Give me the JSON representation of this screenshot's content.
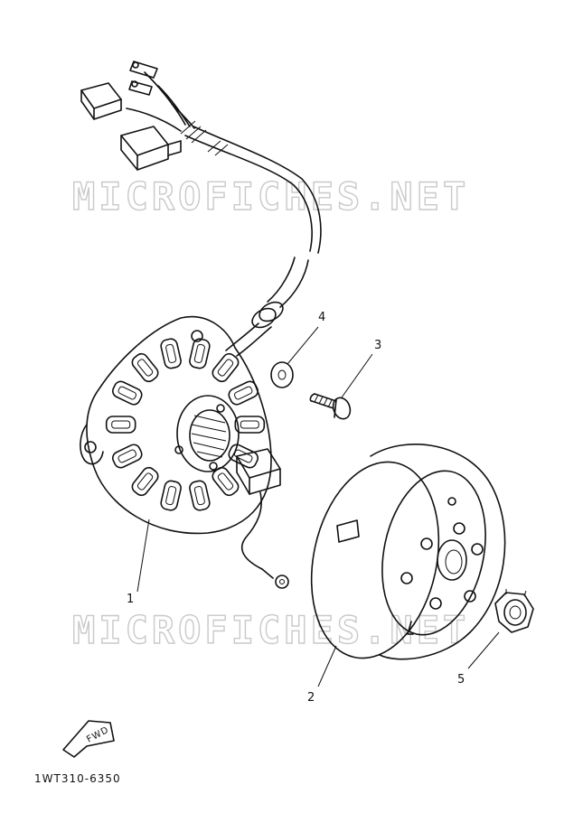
{
  "watermark": "MICROFICHES.NET",
  "callouts": [
    {
      "number": "1",
      "part": "stator"
    },
    {
      "number": "2",
      "part": "rotor"
    },
    {
      "number": "3",
      "part": "screw"
    },
    {
      "number": "4",
      "part": "washer"
    },
    {
      "number": "5",
      "part": "nut"
    }
  ],
  "fwd_label": "FWD",
  "diagram_code": "1WT310-6350"
}
